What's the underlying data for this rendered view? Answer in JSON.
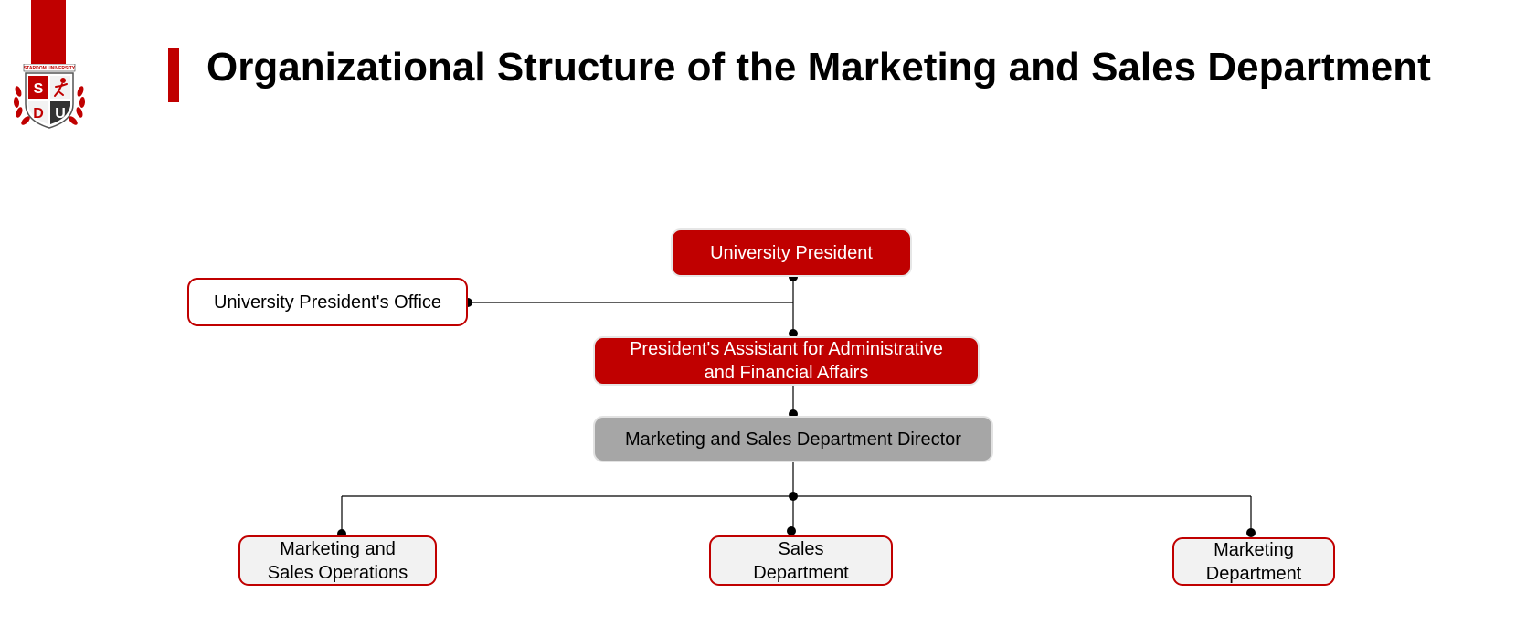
{
  "header": {
    "title": "Organizational Structure of the Marketing and Sales Department",
    "accent_color": "#c00000"
  },
  "logo": {
    "top_text": "STARDOM UNIVERSITY",
    "letters": [
      "S",
      "D",
      "U"
    ]
  },
  "org_chart": {
    "president": "University President",
    "president_office": "University President's Office",
    "assistant": "President's Assistant for Administrative\nand Financial Affairs",
    "director": "Marketing and Sales Department Director",
    "units": [
      "Marketing and\nSales Operations",
      "Sales\nDepartment",
      "Marketing\nDepartment"
    ]
  },
  "colors": {
    "brand_red": "#c00000",
    "director_grey": "#a6a6a6",
    "unit_fill": "#f2f2f2"
  }
}
